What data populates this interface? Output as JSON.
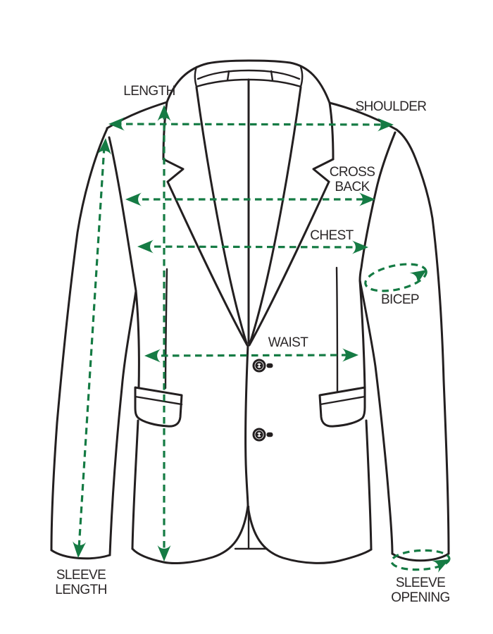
{
  "diagram": {
    "measurements": {
      "length": {
        "label": "LENGTH"
      },
      "shoulder": {
        "label": "SHOULDER"
      },
      "cross_back": {
        "line1": "CROSS",
        "line2": "BACK"
      },
      "chest": {
        "label": "CHEST"
      },
      "bicep": {
        "label": "BICEP"
      },
      "waist": {
        "label": "WAIST"
      },
      "sleeve_length": {
        "line1": "SLEEVE",
        "line2": "LENGTH"
      },
      "sleeve_opening": {
        "line1": "SLEEVE",
        "line2": "OPENING"
      }
    },
    "colors": {
      "measure_green": "#157B44",
      "outline": "#231F20",
      "label_text": "#2B2728",
      "background": "#FFFFFF"
    }
  }
}
